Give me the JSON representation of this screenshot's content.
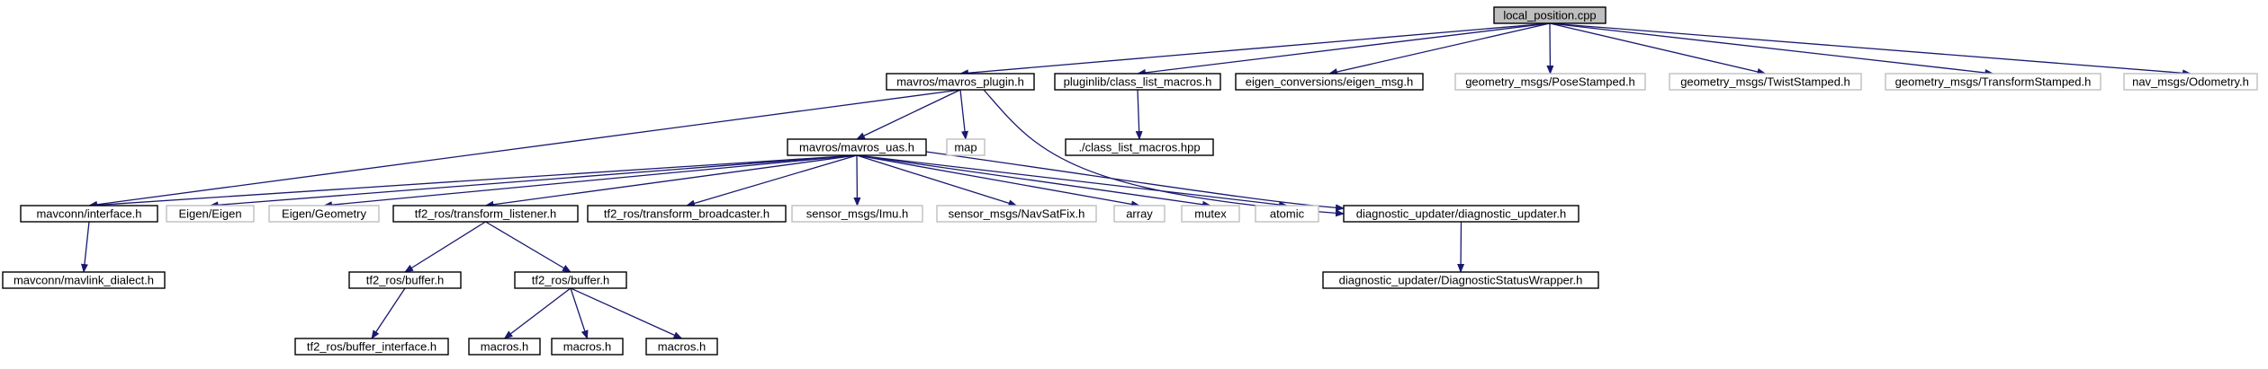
{
  "graph": {
    "nodes": [
      {
        "id": "local_position",
        "label": "local_position.cpp",
        "style": "root"
      },
      {
        "id": "mavros_plugin",
        "label": "mavros/mavros_plugin.h",
        "style": "solid"
      },
      {
        "id": "class_list_macros",
        "label": "pluginlib/class_list_macros.h",
        "style": "solid"
      },
      {
        "id": "eigen_msg",
        "label": "eigen_conversions/eigen_msg.h",
        "style": "solid"
      },
      {
        "id": "pose_stamped",
        "label": "geometry_msgs/PoseStamped.h",
        "style": "external"
      },
      {
        "id": "twist_stamped",
        "label": "geometry_msgs/TwistStamped.h",
        "style": "external"
      },
      {
        "id": "transform_stamped",
        "label": "geometry_msgs/TransformStamped.h",
        "style": "external"
      },
      {
        "id": "odometry",
        "label": "nav_msgs/Odometry.h",
        "style": "external"
      },
      {
        "id": "mavros_uas",
        "label": "mavros/mavros_uas.h",
        "style": "solid"
      },
      {
        "id": "map",
        "label": "map",
        "style": "external"
      },
      {
        "id": "class_list_macros_hpp",
        "label": "./class_list_macros.hpp",
        "style": "solid"
      },
      {
        "id": "diagnostic_updater",
        "label": "diagnostic_updater/diagnostic_updater.h",
        "style": "solid"
      },
      {
        "id": "mavconn_interface",
        "label": "mavconn/interface.h",
        "style": "solid"
      },
      {
        "id": "eigen_eigen",
        "label": "Eigen/Eigen",
        "style": "external"
      },
      {
        "id": "eigen_geometry",
        "label": "Eigen/Geometry",
        "style": "external"
      },
      {
        "id": "tf2_listener",
        "label": "tf2_ros/transform_listener.h",
        "style": "solid"
      },
      {
        "id": "tf2_broadcaster",
        "label": "tf2_ros/transform_broadcaster.h",
        "style": "solid"
      },
      {
        "id": "imu",
        "label": "sensor_msgs/Imu.h",
        "style": "external"
      },
      {
        "id": "navsatfix",
        "label": "sensor_msgs/NavSatFix.h",
        "style": "external"
      },
      {
        "id": "array",
        "label": "array",
        "style": "external"
      },
      {
        "id": "mutex",
        "label": "mutex",
        "style": "external"
      },
      {
        "id": "atomic",
        "label": "atomic",
        "style": "external"
      },
      {
        "id": "mavlink_dialect",
        "label": "mavconn/mavlink_dialect.h",
        "style": "solid"
      },
      {
        "id": "buffer_a",
        "label": "tf2_ros/buffer.h",
        "style": "solid"
      },
      {
        "id": "buffer_b",
        "label": "tf2_ros/buffer.h",
        "style": "solid"
      },
      {
        "id": "diag_status_wrapper",
        "label": "diagnostic_updater/DiagnosticStatusWrapper.h",
        "style": "solid"
      },
      {
        "id": "buffer_interface",
        "label": "tf2_ros/buffer_interface.h",
        "style": "solid"
      },
      {
        "id": "macros_1",
        "label": "macros.h",
        "style": "solid"
      },
      {
        "id": "macros_2",
        "label": "macros.h",
        "style": "solid"
      },
      {
        "id": "macros_3",
        "label": "macros.h",
        "style": "solid"
      }
    ],
    "edges": [
      [
        "local_position",
        "mavros_plugin"
      ],
      [
        "local_position",
        "class_list_macros"
      ],
      [
        "local_position",
        "eigen_msg"
      ],
      [
        "local_position",
        "pose_stamped"
      ],
      [
        "local_position",
        "twist_stamped"
      ],
      [
        "local_position",
        "transform_stamped"
      ],
      [
        "local_position",
        "odometry"
      ],
      [
        "mavros_plugin",
        "mavros_uas"
      ],
      [
        "mavros_plugin",
        "map"
      ],
      [
        "mavros_plugin",
        "mavconn_interface"
      ],
      [
        "mavros_plugin",
        "diagnostic_updater"
      ],
      [
        "class_list_macros",
        "class_list_macros_hpp"
      ],
      [
        "mavros_uas",
        "mavconn_interface"
      ],
      [
        "mavros_uas",
        "eigen_eigen"
      ],
      [
        "mavros_uas",
        "eigen_geometry"
      ],
      [
        "mavros_uas",
        "tf2_listener"
      ],
      [
        "mavros_uas",
        "tf2_broadcaster"
      ],
      [
        "mavros_uas",
        "imu"
      ],
      [
        "mavros_uas",
        "navsatfix"
      ],
      [
        "mavros_uas",
        "array"
      ],
      [
        "mavros_uas",
        "mutex"
      ],
      [
        "mavros_uas",
        "atomic"
      ],
      [
        "mavros_uas",
        "diagnostic_updater"
      ],
      [
        "mavconn_interface",
        "mavlink_dialect"
      ],
      [
        "tf2_listener",
        "buffer_a"
      ],
      [
        "tf2_listener",
        "buffer_b"
      ],
      [
        "buffer_a",
        "buffer_interface"
      ],
      [
        "buffer_b",
        "macros_1"
      ],
      [
        "buffer_b",
        "macros_2"
      ],
      [
        "buffer_b",
        "macros_3"
      ],
      [
        "diagnostic_updater",
        "diag_status_wrapper"
      ]
    ],
    "colors": {
      "edge": "#191970",
      "solid_border": "#000000",
      "external_border": "#bfbfbf",
      "root_fill": "#bfbfbf",
      "text": "#000000"
    }
  }
}
